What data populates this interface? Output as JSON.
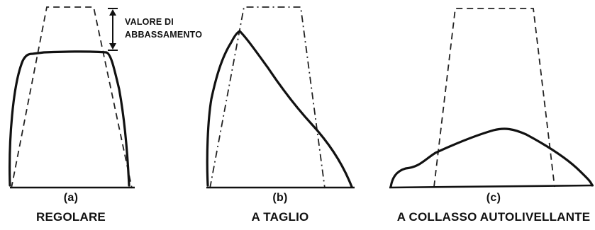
{
  "annotation": {
    "slump_value_label_line1": "VALORE DI",
    "slump_value_label_line2": "ABBASSAMENTO"
  },
  "cases": [
    {
      "letter": "(a)",
      "name": "REGOLARE"
    },
    {
      "letter": "(b)",
      "name": "A TAGLIO"
    },
    {
      "letter": "(c)",
      "name": "A COLLASSO AUTOLIVELLANTE"
    }
  ],
  "icons": {
    "slump_arrow": "double-headed-vertical-arrow-icon"
  }
}
